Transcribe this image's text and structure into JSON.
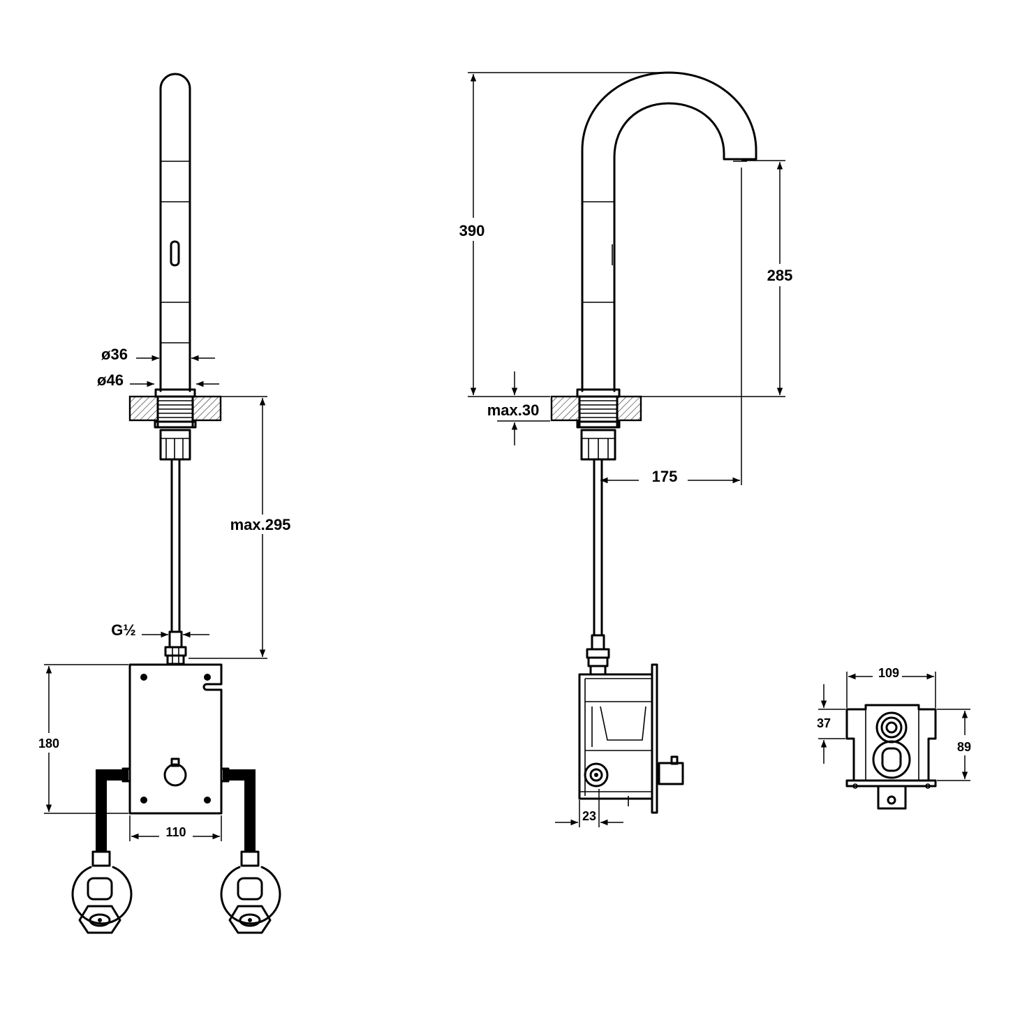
{
  "dimensions": {
    "dia_spout": "ø36",
    "dia_base": "ø46",
    "max_hose_length": "max.295",
    "thread": "G½",
    "box_height": "180",
    "box_width": "110",
    "total_height": "390",
    "outlet_height": "285",
    "max_deck_thickness": "max.30",
    "reach": "175",
    "box_offset": "23",
    "box_depth": "109",
    "inlet_offset": "37",
    "box_depth_side": "89"
  },
  "colors": {
    "line": "#000000",
    "background": "#ffffff"
  }
}
